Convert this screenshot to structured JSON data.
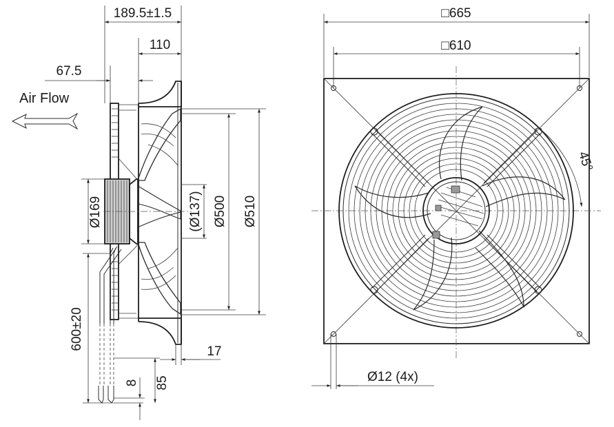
{
  "side_view": {
    "dims": {
      "overall_depth": "189.5±1.5",
      "housing_depth": "110",
      "front_offset": "67.5",
      "motor_dia": "Ø169",
      "hub_dia": "(Ø137)",
      "blade_dia": "Ø500",
      "ring_dia": "Ø510",
      "cable_length": "600±20",
      "flange_thickness": "17",
      "strip_length": "8",
      "lead_length": "85"
    },
    "airflow_label": "Air Flow"
  },
  "front_view": {
    "dims": {
      "outer_square": "□665",
      "hole_square": "□610",
      "hole_dia": "Ø12 (4x)",
      "angle": "45°"
    }
  }
}
